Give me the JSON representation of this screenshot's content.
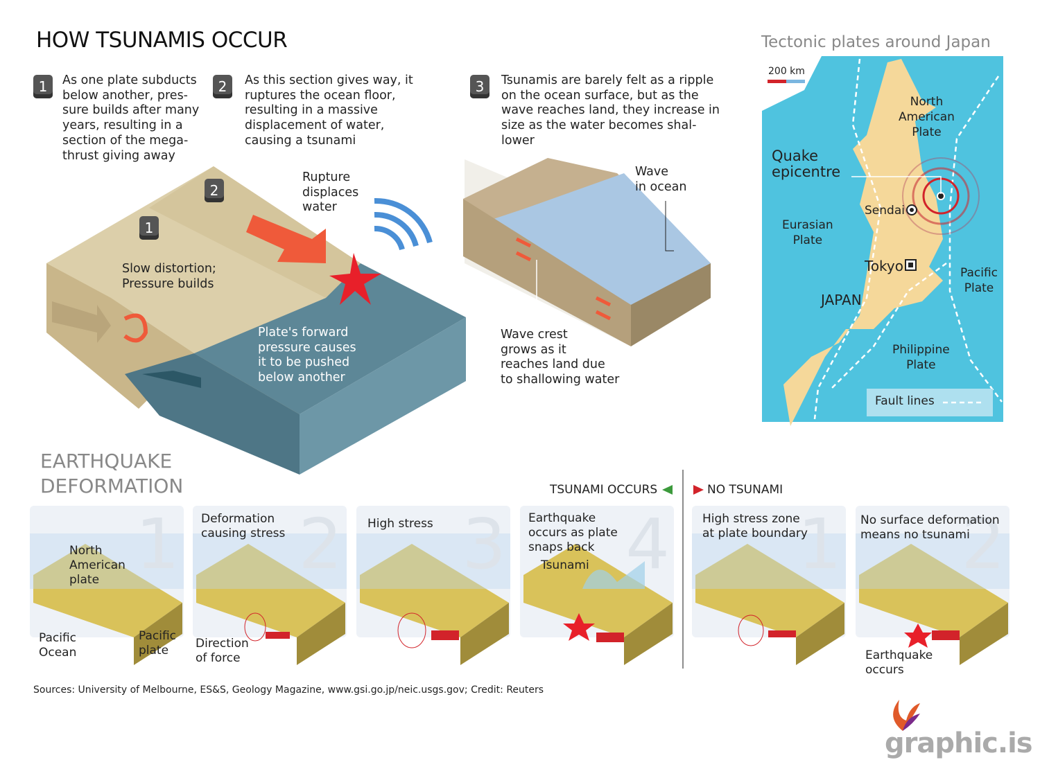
{
  "title": "HOW TSUNAMIS OCCUR",
  "steps": [
    {
      "number": "1",
      "text": "As one plate subducts\nbelow another, pres-\nsure builds after many\nyears, resulting in a\nsection of the mega-\nthrust giving away"
    },
    {
      "number": "2",
      "text": "As this section gives way, it\nruptures the ocean floor,\nresulting in a massive\ndisplacement of water,\ncausing a tsunami"
    },
    {
      "number": "3",
      "text": "Tsunamis are barely felt as a ripple\non the ocean surface, but as the\nwave reaches land, they increase in\nsize as the water becomes shal-\nlower"
    }
  ],
  "main_diagram": {
    "badge1": "1",
    "badge2": "2",
    "rupture": "Rupture\ndisplaces\nwater",
    "slow": "Slow distortion;\nPressure builds",
    "forward": "Plate's forward\npressure causes\nit to be pushed\nbelow another"
  },
  "wave_diagram": {
    "wave_ocean": "Wave\nin ocean",
    "wave_crest": "Wave crest\ngrows as it\nreaches land due\nto shallowing water"
  },
  "map": {
    "title": "Tectonic plates around Japan",
    "scale": "200 km",
    "north_american": "North\nAmerican\nPlate",
    "epicentre": "Quake\nepicentre",
    "sendai": "Sendai",
    "eurasian": "Eurasian\nPlate",
    "tokyo": "Tokyo",
    "pacific": "Pacific\nPlate",
    "japan": "JAPAN",
    "philippine": "Philippine\nPlate",
    "legend": "Fault lines",
    "colors": {
      "sea": "#4fc3df",
      "land": "#f5d89a",
      "epicentre": "#d2232a"
    }
  },
  "deformation": {
    "title": "EARTHQUAKE\nDEFORMATION",
    "tsunami_occurs": "TSUNAMI OCCURS",
    "no_tsunami": "NO TSUNAMI",
    "panels": [
      {
        "number": "1",
        "label": "",
        "north_american": "North\nAmerican\nplate",
        "pacific_ocean": "Pacific\nOcean",
        "pacific_plate": "Pacific\nplate"
      },
      {
        "number": "2",
        "label": "Deformation\ncausing stress",
        "direction": "Direction\nof force"
      },
      {
        "number": "3",
        "label": "High stress"
      },
      {
        "number": "4",
        "label": "Earthquake\noccurs as plate\nsnaps back",
        "tsunami": "Tsunami"
      },
      {
        "number": "1",
        "label": "High stress zone\nat plate boundary"
      },
      {
        "number": "2",
        "label": "No surface deformation\nmeans no tsunami",
        "earthquake": "Earthquake\noccurs"
      }
    ]
  },
  "sources": "Sources: University of Melbourne, ES&S, Geology Magazine, www.gsi.go.jp/neic.usgs.gov; Credit: Reuters",
  "logo": "graphic.is"
}
